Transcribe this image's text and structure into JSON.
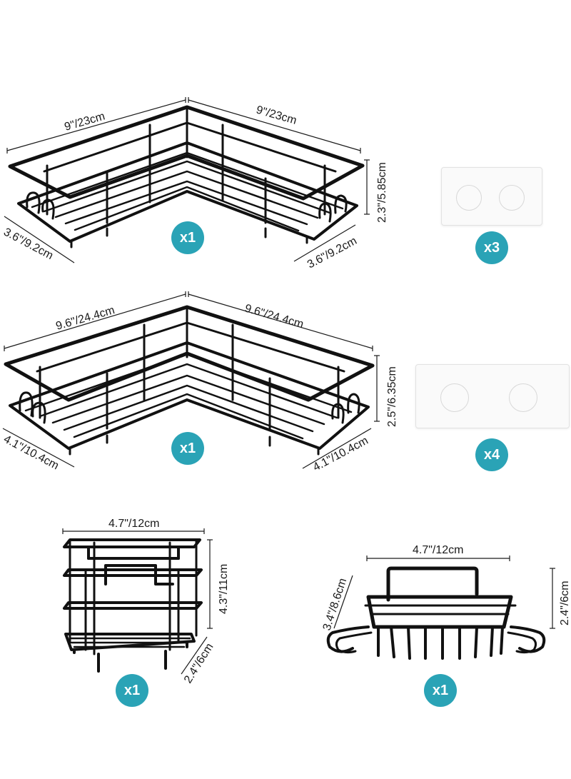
{
  "items": [
    {
      "name": "small corner shelf",
      "dims": {
        "top_left": "9\"/23cm",
        "top_right": "9\"/23cm",
        "height": "2.3\"/5.85cm",
        "depth_left": "3.6\"/9.2cm",
        "depth_right": "3.6\"/9.2cm"
      },
      "quantity": "x1"
    },
    {
      "name": "large corner shelf",
      "dims": {
        "top_left": "9.6\"/24.4cm",
        "top_right": "9.6\"/24.4cm",
        "height": "2.5\"/6.35cm",
        "depth_left": "4.1\"/10.4cm",
        "depth_right": "4.1\"/10.4cm"
      },
      "quantity": "x1"
    },
    {
      "name": "small adhesive hooks",
      "quantity": "x3"
    },
    {
      "name": "large adhesive hooks",
      "quantity": "x4"
    },
    {
      "name": "toothbrush holder",
      "dims": {
        "width": "4.7\"/12cm",
        "height": "4.3\"/11cm",
        "depth": "2.4\"/6cm"
      },
      "quantity": "x1"
    },
    {
      "name": "soap dish",
      "dims": {
        "width": "4.7\"/12cm",
        "height": "2.4\"/6cm",
        "depth": "3.4\"/8.6cm"
      },
      "quantity": "x1"
    }
  ],
  "colors": {
    "badge": "#2aa3b6",
    "metal": "#111111",
    "dimension_line": "#1a1a1a"
  }
}
